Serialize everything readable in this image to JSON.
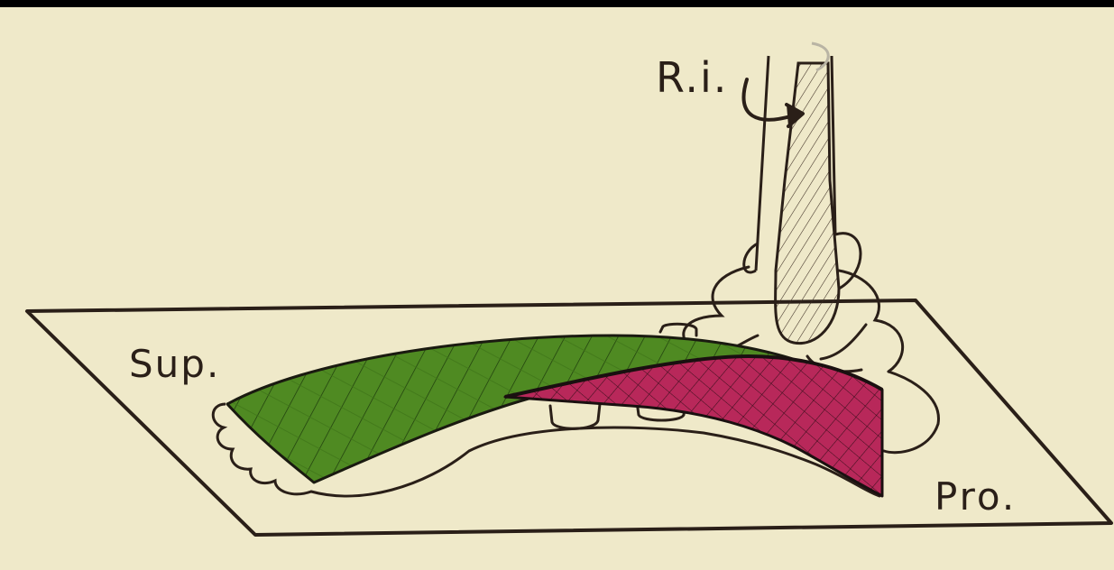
{
  "labels": {
    "rotation": "R.i.",
    "supination": "Sup.",
    "pronation": "Pro."
  },
  "colors": {
    "background": "#000000",
    "paper": "#efe9c9",
    "ink": "#2a1f18",
    "supination_band": "#4f8a22",
    "pronation_band": "#b8285a"
  }
}
